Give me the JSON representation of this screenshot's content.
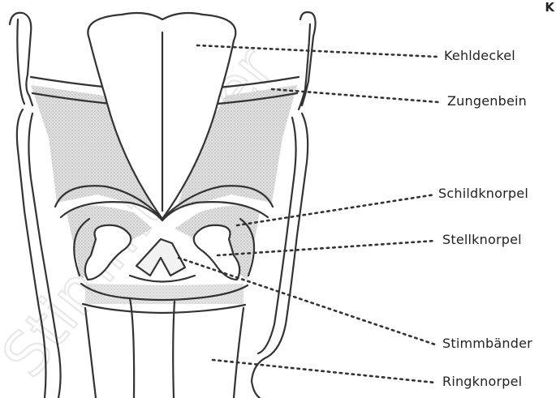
{
  "diagram": {
    "corner_glyph": "K",
    "labels": {
      "kehldeckel": "Kehldeckel",
      "zungenbein": "Zungenbein",
      "schildknorpel": "Schildknorpel",
      "stellknorpel": "Stellknorpel",
      "stimmbaender": "Stimmbänder",
      "ringknorpel": "Ringknorpel"
    },
    "watermark_text": "Stimmtrainer",
    "colors": {
      "line": "#333333",
      "shade": "#cfcfcf",
      "watermark": "#e9e9e9"
    }
  }
}
